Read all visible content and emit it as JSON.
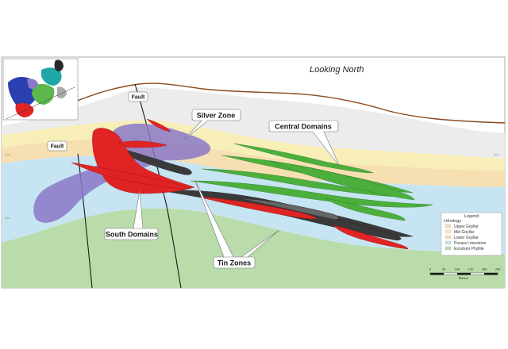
{
  "title": "Looking North",
  "faults": [
    "Fault",
    "Fault"
  ],
  "zones": {
    "silver": "Silver Zone",
    "central": "Central Domains",
    "south": "South Domains",
    "tin": "Tin Zones"
  },
  "legend": {
    "title": "Legend",
    "subtitle": "Lithology",
    "items": [
      {
        "label": "Upper Goyllar",
        "color": "#f3d9c8"
      },
      {
        "label": "Mid Goyllar",
        "color": "#f7eeb8"
      },
      {
        "label": "Lower Goyllar",
        "color": "#f6dfb0"
      },
      {
        "label": "Pucara Limestone",
        "color": "#c6e4f2"
      },
      {
        "label": "Excelsior Phyllite",
        "color": "#b9dcaa"
      }
    ]
  },
  "scale": {
    "ticks": [
      "0",
      "50",
      "100",
      "150",
      "200",
      "250"
    ],
    "unit": "Metres"
  },
  "axis_ticks": [
    "4000",
    "3900",
    "4000",
    "3900"
  ],
  "colors": {
    "upper_goyllar": "#ececec",
    "mid_goyllar": "#f7eeb8",
    "lower_goyllar": "#f6dfb0",
    "pucara": "#c6e4f2",
    "phyllite": "#b9dcaa",
    "silver": "#8a78c8",
    "central": "#4caf3c",
    "south": "#e02424",
    "tin": "#3a3a3a",
    "topography": "#8b4a1e"
  }
}
